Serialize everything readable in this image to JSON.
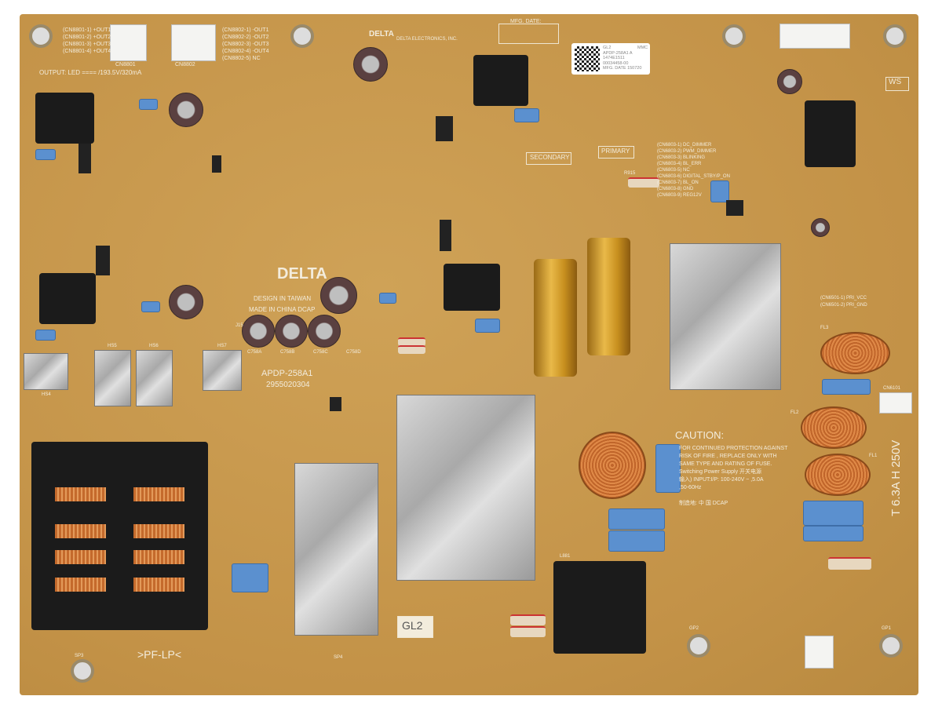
{
  "brand": {
    "logo_text": "DELTA",
    "company": "DELTA ELECTRONICS, INC.",
    "design": "DESIGN IN TAIWAN",
    "made": "MADE IN CHINA DCAP"
  },
  "board": {
    "model": "APDP-258A1",
    "part_number": "2955020304",
    "mfg_date_label": "MFG. DATE:",
    "gl2": "GL2",
    "pf_lp": ">PF-LP<",
    "fuse": "T 6.3A H 250V",
    "secondary": "SECONDARY",
    "primary": "PRIMARY",
    "ws": "WS"
  },
  "sticker": {
    "lines": "GL2\nAPDP-258A1 A\n1474E1511\n00034458-00\nMFG. DATE 150720",
    "mark": "MMC"
  },
  "output": {
    "text": "OUTPUT: LED ==== /193.5V/320mA"
  },
  "cn8801": {
    "pins": "(CN8801-1) +OUT1\n(CN8801-2) +OUT2\n(CN8801-3) +OUT3\n(CN8801-4) +OUT4",
    "name": "CN8801"
  },
  "cn8802": {
    "pins": "(CN8802-1) -OUT1\n(CN8802-2) -OUT2\n(CN8802-3) -OUT3\n(CN8802-4) -OUT4\n(CN8802-5) NC",
    "name": "CN8802"
  },
  "cn6803": {
    "pins": "(CN6803-1) DC_DIMMER\n(CN6803-2) PWM_DIMMER\n(CN6803-3) BLINKING\n(CN6803-4) BL_ERR\n(CN6803-5) NC\n(CN6803-6) DIGITAL_STBY/P_ON\n(CN6803-7) BL_ON\n(CN6803-8) GND\n(CN6803-9) REG12V"
  },
  "cn6501": {
    "pins": "(CN6501-1) PRI_VCC\n(CN6501-2) PRI_GND"
  },
  "caution": {
    "title": "CAUTION:",
    "text": "FOR CONTINUED PROTECTION AGAINST\nRISK OF FIRE , REPLACE ONLY WITH\nSAME TYPE AND RATING OF FUSE.\nSwitching Power Supply 开关电源\n输入) INPUT:I/P: 100-240V ~ ,5.0A\n,50-60Hz\n\n制造地: 中 国 DCAP"
  },
  "refs": [
    "C758A",
    "C758B",
    "C758C",
    "C758D",
    "J15",
    "R915",
    "CN6101",
    "FL1",
    "FL2",
    "FL3",
    "L881",
    "HS4",
    "HS5",
    "HS6",
    "HS7",
    "SP3",
    "SP4",
    "GP1",
    "GP2"
  ],
  "colors": {
    "board": "#c8984c",
    "silkscreen": "#f3ecdc",
    "heatsink": "#c0c0c0",
    "capacitor_blue": "#5b90cf",
    "capacitor_gold": "#d9a63a"
  }
}
